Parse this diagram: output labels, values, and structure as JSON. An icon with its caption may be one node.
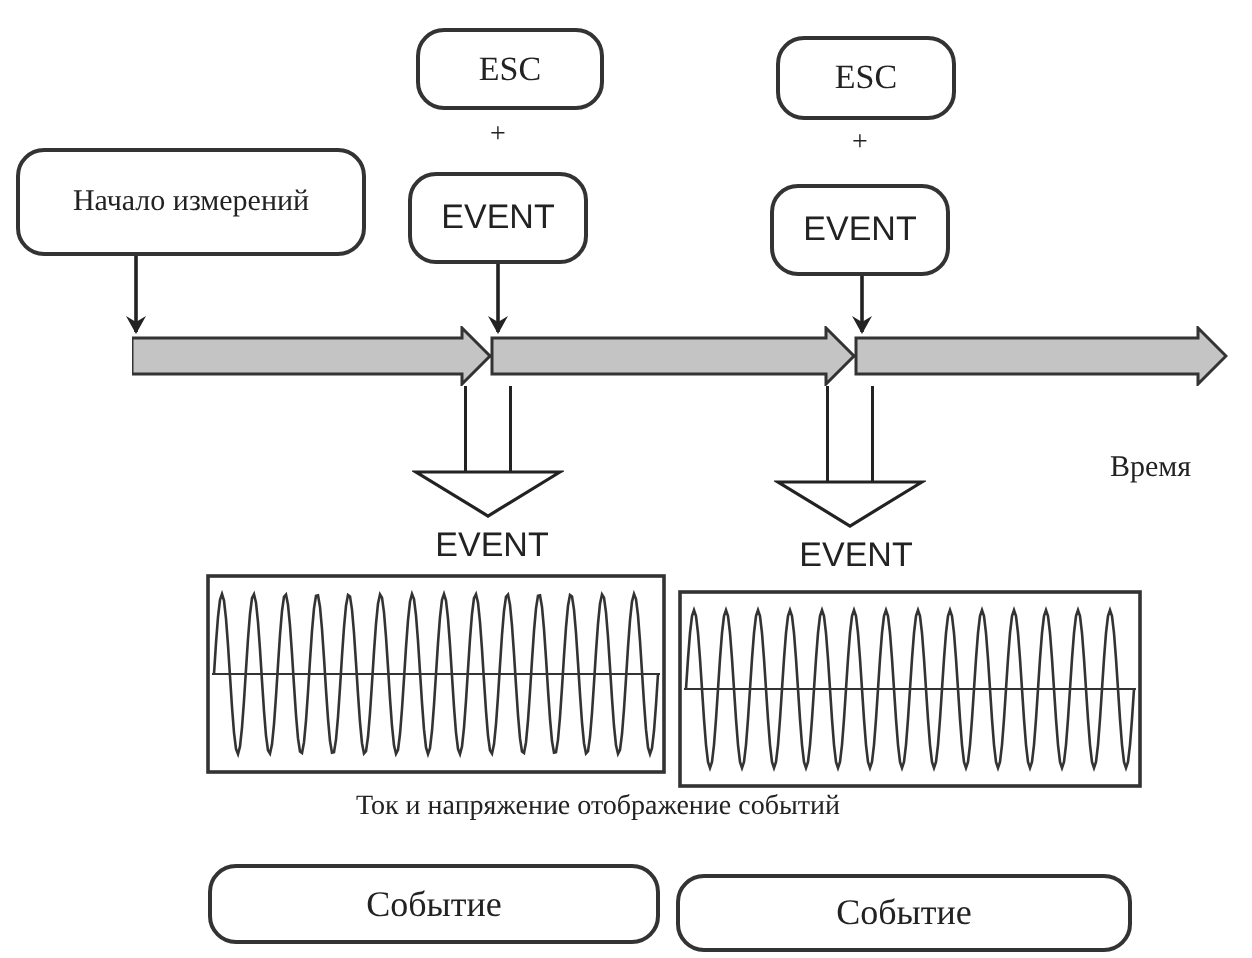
{
  "diagram": {
    "nodes": [
      {
        "text": [
          "Начало измерений"
        ]
      },
      {
        "text": [
          "ESC"
        ]
      },
      {
        "text": [
          "EVENT"
        ]
      },
      {
        "text": [
          "ESC"
        ]
      },
      {
        "text": [
          "EVENT"
        ]
      },
      {
        "text": [],
        "shape": "arrow"
      },
      {
        "text": [
          "EVENT"
        ]
      },
      {
        "text": [
          "EVENT"
        ]
      },
      {
        "text": [
          "Событие"
        ]
      },
      {
        "text": [
          "Событие"
        ]
      }
    ],
    "edges": [
      {
        "from": 0,
        "to": 5,
        "arrow": "to"
      },
      {
        "from": 2,
        "to": 5,
        "arrow": "to"
      },
      {
        "from": 4,
        "to": 5,
        "arrow": "to"
      },
      {
        "from": 5,
        "to": 6,
        "arrow": "to",
        "style": "thick"
      },
      {
        "from": 5,
        "to": 7,
        "arrow": "to",
        "style": "thick"
      }
    ],
    "labels": [
      "+",
      "+",
      "Время",
      "Ток и напряжение отображение событий"
    ]
  }
}
